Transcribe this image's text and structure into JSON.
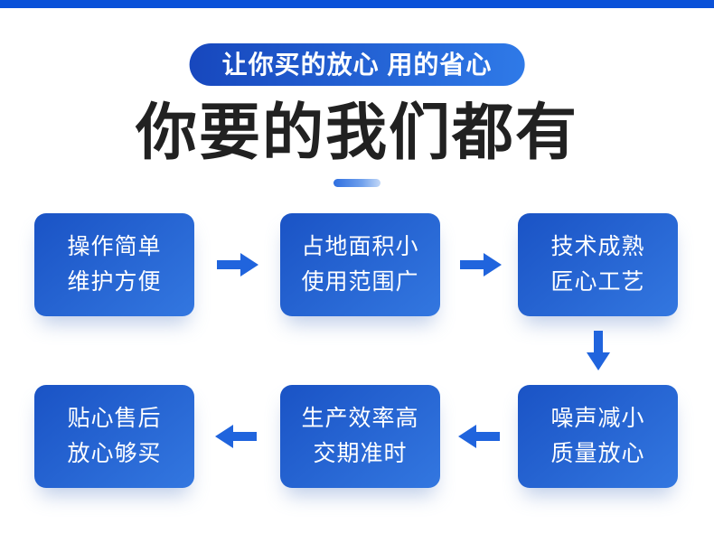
{
  "page": {
    "background": "#ffffff",
    "accent": "#0a51d8",
    "box_gradient_start": "#1a53c5",
    "box_gradient_end": "#3377e0",
    "ribbon_gradient_start": "#1747bd",
    "ribbon_gradient_end": "#2f7ae8",
    "arrow_color": "#2064dd",
    "title_color": "#212121"
  },
  "header": {
    "ribbon_text": "让你买的放心 用的省心",
    "title": "你要的我们都有"
  },
  "flow": {
    "boxes": [
      {
        "line1": "操作简单",
        "line2": "维护方便"
      },
      {
        "line1": "占地面积小",
        "line2": "使用范围广"
      },
      {
        "line1": "技术成熟",
        "line2": "匠心工艺"
      },
      {
        "line1": "噪声减小",
        "line2": "质量放心"
      },
      {
        "line1": "生产效率高",
        "line2": "交期准时"
      },
      {
        "line1": "贴心售后",
        "line2": "放心够买"
      }
    ],
    "arrows": [
      {
        "direction": "right"
      },
      {
        "direction": "right"
      },
      {
        "direction": "down"
      },
      {
        "direction": "left"
      },
      {
        "direction": "left"
      }
    ]
  }
}
